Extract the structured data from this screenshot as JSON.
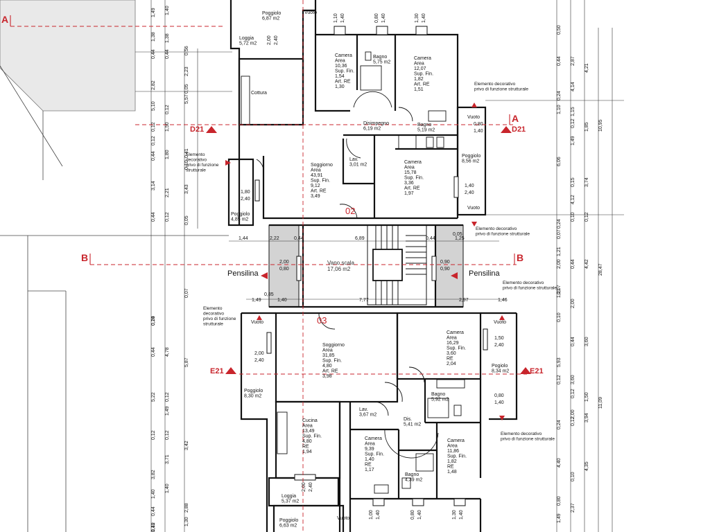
{
  "colors": {
    "section": "#c8252c",
    "wall": "#111111",
    "stair_fill": "#d3d3d3",
    "terrace_fill": "#e9e9e9"
  },
  "unit_numbers": {
    "u02": "02",
    "u03": "03"
  },
  "sections": {
    "a": "A",
    "b": "B",
    "d21": "D21",
    "e21": "E21"
  },
  "canopy": {
    "left": "Pensilina",
    "right": "Pensilina"
  },
  "stair": {
    "label": "Vano scala",
    "area": "17,06 m2"
  },
  "rooms_top": [
    {
      "id": "poggiolo-top",
      "lines": [
        "Poggiolo",
        "6,87 m2"
      ]
    },
    {
      "id": "loggia-top",
      "lines": [
        "Loggia",
        "5,72 m2"
      ]
    },
    {
      "id": "camera1",
      "lines": [
        "Camera",
        "Area",
        "10,36",
        "Sup. Fin.",
        "1,54",
        "Art. RE",
        "1,30"
      ]
    },
    {
      "id": "bagno1",
      "lines": [
        "Bagno",
        "5,75 m2"
      ]
    },
    {
      "id": "camera2",
      "lines": [
        "Camera",
        "Area",
        "12,07",
        "Sup. Fin.",
        "1,82",
        "Art. RE",
        "1,51"
      ]
    },
    {
      "id": "cottura",
      "lines": [
        "Cottura"
      ]
    },
    {
      "id": "disimpegno",
      "lines": [
        "Disimpegno",
        "6,19 m2"
      ]
    },
    {
      "id": "bagno2",
      "lines": [
        "Bagno",
        "5,19 m2"
      ]
    },
    {
      "id": "soggiorno1",
      "lines": [
        "Soggiorno",
        "Area",
        "43,91",
        "Sup. Fin.",
        "9,12",
        "Art. RE",
        "3,49"
      ]
    },
    {
      "id": "lav1",
      "lines": [
        "Lav.",
        "3,01 m2"
      ]
    },
    {
      "id": "camera3",
      "lines": [
        "Camera",
        "Area",
        "15,78",
        "Sup. Fin.",
        "3,36",
        "Art. RE",
        "1,97"
      ]
    },
    {
      "id": "poggiolo-r1",
      "lines": [
        "Poggiolo",
        "8,56 m2"
      ]
    },
    {
      "id": "poggiolo-l1",
      "lines": [
        "Poggiolo",
        "4,85 m2"
      ]
    }
  ],
  "rooms_bottom": [
    {
      "id": "soggiorno2",
      "lines": [
        "Soggiorno",
        "Area",
        "31,85",
        "Sup. Fin.",
        "4,80",
        "Art. RE",
        "3,98"
      ]
    },
    {
      "id": "camera4",
      "lines": [
        "Camera",
        "Area",
        "16,29",
        "Sup. Fin.",
        "3,60",
        "RE",
        "2,04"
      ]
    },
    {
      "id": "pogiolo-r2",
      "lines": [
        "Pogiolo",
        "8,34 m2"
      ]
    },
    {
      "id": "poggiolo-l2",
      "lines": [
        "Poggiolo",
        "8,30 m2"
      ]
    },
    {
      "id": "bagno3",
      "lines": [
        "Bagno",
        "5,92 m2"
      ]
    },
    {
      "id": "lav2",
      "lines": [
        "Lav.",
        "3,67 m2"
      ]
    },
    {
      "id": "dis2",
      "lines": [
        "Dis.",
        "5,41 m2"
      ]
    },
    {
      "id": "cucina",
      "lines": [
        "Cucina",
        "Area",
        "13,49",
        "Sup. Fin.",
        "4,80",
        "RE",
        "1,94"
      ]
    },
    {
      "id": "camera5",
      "lines": [
        "Camera",
        "Area",
        "9,39",
        "Sup. Fin.",
        "1,40",
        "RE",
        "1,17"
      ]
    },
    {
      "id": "camera6",
      "lines": [
        "Camera",
        "Area",
        "11,86",
        "Sup. Fin.",
        "1,82",
        "RE",
        "1,48"
      ]
    },
    {
      "id": "bagno4",
      "lines": [
        "Bagno",
        "4,39 m2"
      ]
    },
    {
      "id": "loggia2",
      "lines": [
        "Loggia",
        "5,37 m2"
      ]
    },
    {
      "id": "poggiolo-bot",
      "lines": [
        "Poggiolo",
        "6,63 m2"
      ]
    }
  ],
  "notes": {
    "decor_lines": [
      "Elemento decorativo",
      "privo di funzione strutturale"
    ],
    "decor_left_top": [
      "Elemento",
      "decorativo",
      "privo di funzione",
      "strutturale"
    ],
    "decor_left_bot": [
      "Elemento",
      "decorativo",
      "privo di funzione",
      "strutturale"
    ],
    "vuoto": "Vuoto"
  },
  "window_dims": [
    {
      "id": "w1",
      "w": "1,10",
      "h": "1,40"
    },
    {
      "id": "w2",
      "w": "0,80",
      "h": "1,40"
    },
    {
      "id": "w3",
      "w": "1,30",
      "h": "1,40"
    },
    {
      "id": "w4",
      "w": "2,00",
      "h": "2,40"
    },
    {
      "id": "w5",
      "w": "0,80",
      "h": "1,40"
    },
    {
      "id": "w6",
      "w": "1,80",
      "h": "2,40"
    },
    {
      "id": "w7",
      "w": "1,40",
      "h": "2,40"
    },
    {
      "id": "w8",
      "w": "2,00",
      "h": "0,80"
    },
    {
      "id": "w9",
      "w": "0,90",
      "h": "0,90"
    },
    {
      "id": "w10",
      "w": "2,00",
      "h": "2,40"
    },
    {
      "id": "w11",
      "w": "1,50",
      "h": "2,40"
    },
    {
      "id": "w12",
      "w": "0,80",
      "h": "1,40"
    },
    {
      "id": "w13",
      "w": "2,00",
      "h": "2,40"
    },
    {
      "id": "w14",
      "w": "1,00",
      "h": "1,40"
    },
    {
      "id": "w15",
      "w": "0,80",
      "h": "1,40"
    },
    {
      "id": "w16",
      "w": "1,30",
      "h": "1,40"
    }
  ],
  "horiz_dims": {
    "row1": [
      "1,44",
      "2,22",
      "0,44",
      "6,89",
      "0,44",
      "1,25",
      "0,05"
    ],
    "row2": [
      "1,49",
      "1,40",
      "7,77",
      "2,97",
      "1,46"
    ],
    "small": [
      "0,85"
    ]
  },
  "vert_dims_left_a": [
    "1,49",
    "1,38",
    "0,44",
    "2,82",
    "5,10",
    "0,12",
    "0,12",
    "0,44",
    "3,14",
    "0,44",
    "0,24",
    "0,10",
    "0,44",
    "5,22",
    "0,12",
    "3,82",
    "1,40",
    "0,44",
    "1,49",
    "0,12"
  ],
  "vert_dims_left_b": [
    "1,40",
    "1,38",
    "0,44",
    "0,12",
    "1,50",
    "1,80",
    "2,21",
    "0,12",
    "4,78",
    "0,12",
    "1,49",
    "0,12",
    "3,71",
    "1,40"
  ],
  "vert_dims_left_c": [
    "0,56",
    "2,23",
    "0,05",
    "5,57",
    "0,41",
    "0,10",
    "3,43",
    "0,05",
    "0,07",
    "5,87",
    "3,42",
    "2,88",
    "1,30"
  ],
  "vert_dims_right_a": [
    "0,50",
    "0,44",
    "1,10",
    "0,24",
    "6,06",
    "0,07",
    "0,24",
    "1,21",
    "2,00",
    "1,21",
    "0,07",
    "0,10",
    "5,93",
    "0,12",
    "0,24",
    "4,40",
    "0,80",
    "1,49"
  ],
  "vert_dims_right_b": [
    "2,87",
    "4,14",
    "1,15",
    "0,12",
    "1,49",
    "0,15",
    "4,12",
    "0,10",
    "0,44",
    "2,00",
    "0,44",
    "3,60",
    "0,12",
    "2,00",
    "0,12",
    "0,10",
    "2,37",
    "0,44"
  ],
  "vert_dims_right_c": [
    "4,21",
    "1,85",
    "3,74",
    "0,12",
    "4,42",
    "3,60",
    "1,50",
    "3,94",
    "4,35"
  ],
  "vert_dims_total": [
    "10,95",
    "28,47",
    "11,09"
  ]
}
